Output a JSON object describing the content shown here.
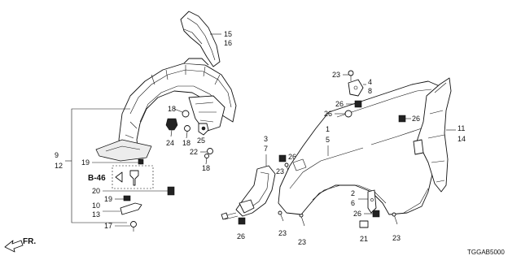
{
  "diagram_code": "TGGAB5000",
  "front_arrow": "FR.",
  "reference": "B-46",
  "callouts": {
    "c15": "15",
    "c16": "16",
    "c9": "9",
    "c12": "12",
    "c19a": "19",
    "c20": "20",
    "c19b": "19",
    "c10": "10",
    "c13": "13",
    "c17": "17",
    "c18a": "18",
    "c24": "24",
    "c18b": "18",
    "c25": "25",
    "c22": "22",
    "c18c": "18",
    "c3": "3",
    "c7": "7",
    "c26a": "26",
    "c23a": "23",
    "c26b": "26",
    "c23b": "23",
    "c23c": "23",
    "c1": "1",
    "c5": "5",
    "c23d": "23",
    "c4": "4",
    "c8": "8",
    "c26c": "26",
    "c26d": "26",
    "c2": "2",
    "c6": "6",
    "c26e": "26",
    "c21": "21",
    "c23e": "23",
    "c26f": "26",
    "c11": "11",
    "c14": "14"
  }
}
